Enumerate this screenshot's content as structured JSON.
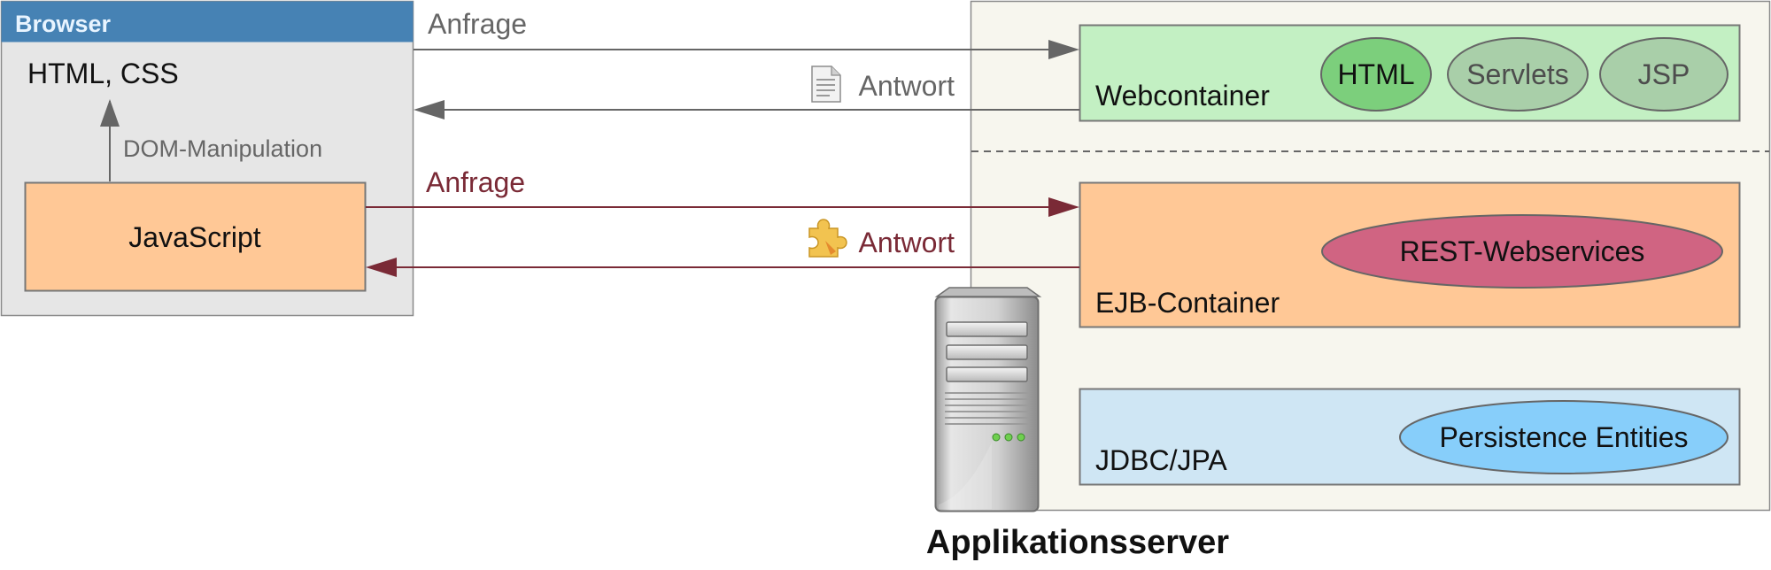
{
  "browser": {
    "title": "Browser",
    "content": "HTML, CSS",
    "dom_label": "DOM-Manipulation",
    "js_label": "JavaScript"
  },
  "arrows": {
    "top_request": "Anfrage",
    "top_response": "Antwort",
    "bottom_request": "Anfrage",
    "bottom_response": "Antwort",
    "top_response_icon": "document-icon",
    "bottom_response_icon": "puzzle-piece-icon"
  },
  "server": {
    "caption": "Applikationsserver",
    "icon": "server-tower-icon",
    "webcontainer": {
      "label": "Webcontainer",
      "items": [
        "HTML",
        "Servlets",
        "JSP"
      ]
    },
    "ejb": {
      "label": "EJB-Container",
      "item": "REST-Webservices"
    },
    "jdbc": {
      "label": "JDBC/JPA",
      "item": "Persistence Entities"
    }
  },
  "colors": {
    "browser_header": "#4682b4",
    "browser_bg": "#e6e6e6",
    "js_box": "#ffc896",
    "web_box": "#c3f0c3",
    "html_ellipse": "#7ccf7c",
    "servlet_ellipse": "#a9cfa9",
    "ejb_box": "#ffc896",
    "rest_ellipse": "#d06482",
    "jdbc_box": "#cfe6f4",
    "persistence_ellipse": "#87cefa",
    "server_bg": "#f7f6ee",
    "gray_arrow": "#666666",
    "red_arrow": "#7a2a36"
  }
}
